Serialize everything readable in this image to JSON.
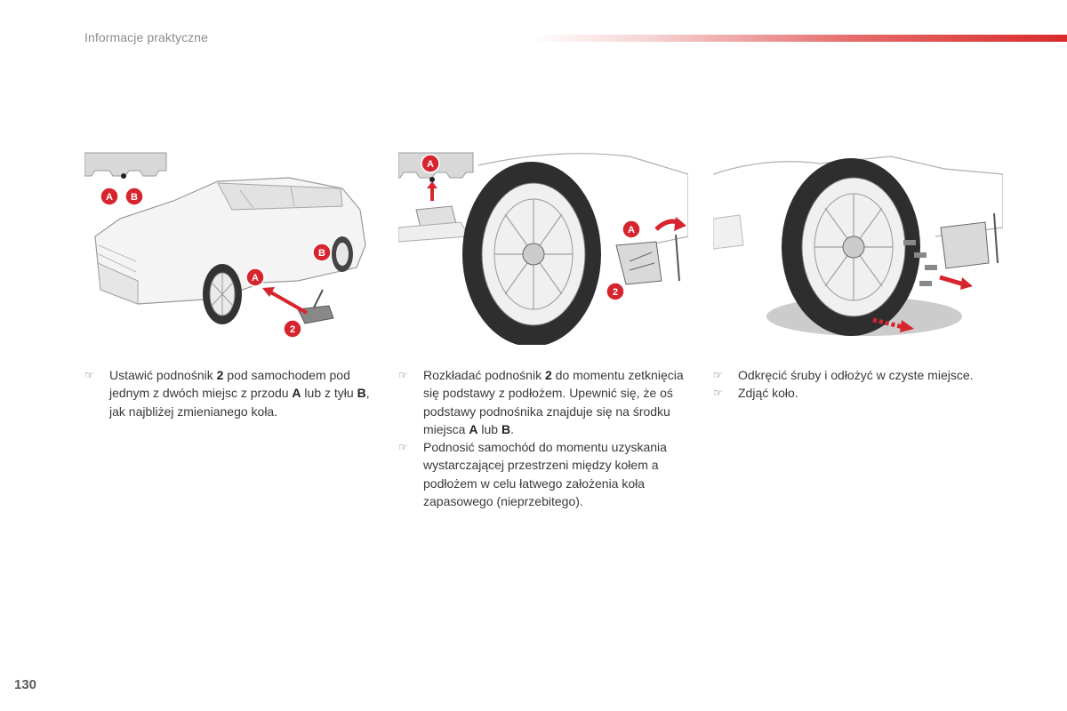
{
  "header": {
    "section_title": "Informacje praktyczne"
  },
  "colors": {
    "accent": "#d92b2b",
    "badge": "#d6252f"
  },
  "figures": [
    {
      "badges": [
        "A",
        "B",
        "A",
        "B",
        "2"
      ]
    },
    {
      "badges": [
        "A",
        "A",
        "2"
      ]
    },
    {
      "badges": []
    }
  ],
  "steps": {
    "col1": {
      "bullet": "☞",
      "item1": {
        "t1": "Ustawić podnośnik ",
        "b1": "2",
        "t2": " pod samochodem pod jednym z dwóch miejsc z przodu ",
        "b2": "A",
        "t3": " lub z tyłu ",
        "b3": "B",
        "t4": ", jak najbliżej zmienianego koła."
      }
    },
    "col2": {
      "bullet": "☞",
      "item1": {
        "t1": "Rozkładać podnośnik ",
        "b1": "2",
        "t2": " do momentu zetknięcia się podstawy z podłożem. Upewnić się, że oś podstawy podnośnika znajduje się na środku miejsca ",
        "b2": "A",
        "t3": " lub ",
        "b3": "B",
        "t4": "."
      },
      "item2": "Podnosić samochód do momentu uzyskania wystarczającej przestrzeni między kołem a podłożem w celu łatwego założenia koła zapasowego (nieprzebitego)."
    },
    "col3": {
      "bullet": "☞",
      "item1": "Odkręcić śruby i odłożyć w czyste miejsce.",
      "item2": "Zdjąć koło."
    }
  },
  "page_number": "130"
}
